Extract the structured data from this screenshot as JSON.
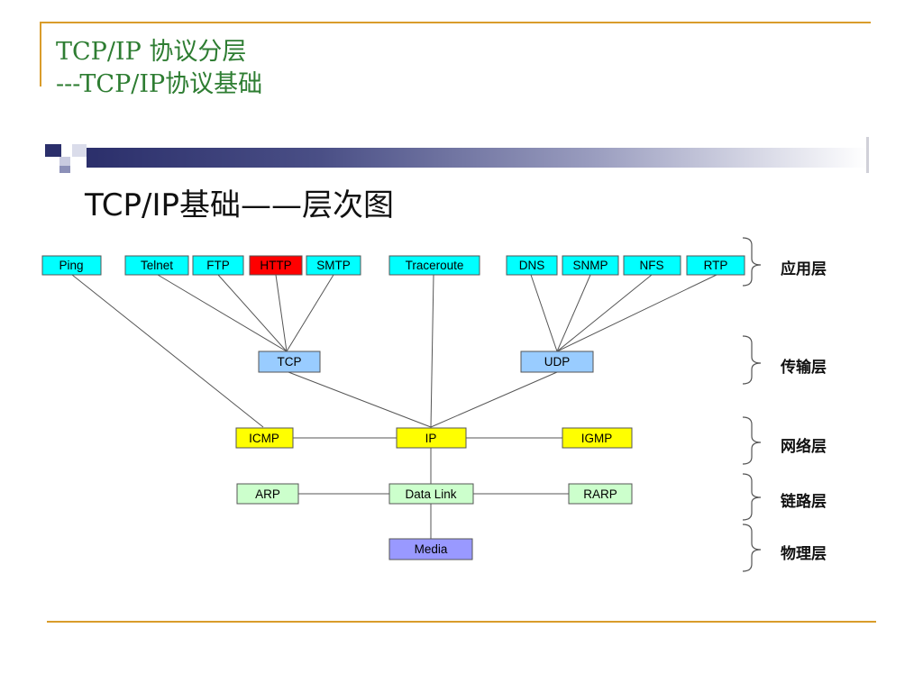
{
  "slide": {
    "title_line1": "TCP/IP 协议分层",
    "title_line2": "---TCP/IP协议基础"
  },
  "diagram": {
    "heading": "TCP/IP基础——层次图",
    "nodes": {
      "ping": "Ping",
      "telnet": "Telnet",
      "ftp": "FTP",
      "http": "HTTP",
      "smtp": "SMTP",
      "traceroute": "Traceroute",
      "dns": "DNS",
      "snmp": "SNMP",
      "nfs": "NFS",
      "rtp": "RTP",
      "tcp": "TCP",
      "udp": "UDP",
      "icmp": "ICMP",
      "ip": "IP",
      "igmp": "IGMP",
      "arp": "ARP",
      "datalink": "Data Link",
      "rarp": "RARP",
      "media": "Media"
    },
    "layers": {
      "application": "应用层",
      "transport": "传输层",
      "network": "网络层",
      "link": "链路层",
      "physical": "物理层"
    },
    "colors": {
      "application": "#00ffff",
      "http": "#ff0000",
      "transport": "#99ccff",
      "network": "#ffff00",
      "link": "#ccffcc",
      "physical": "#9999ff",
      "title": "#2e7d32",
      "accent_rule": "#d99c2b"
    }
  }
}
